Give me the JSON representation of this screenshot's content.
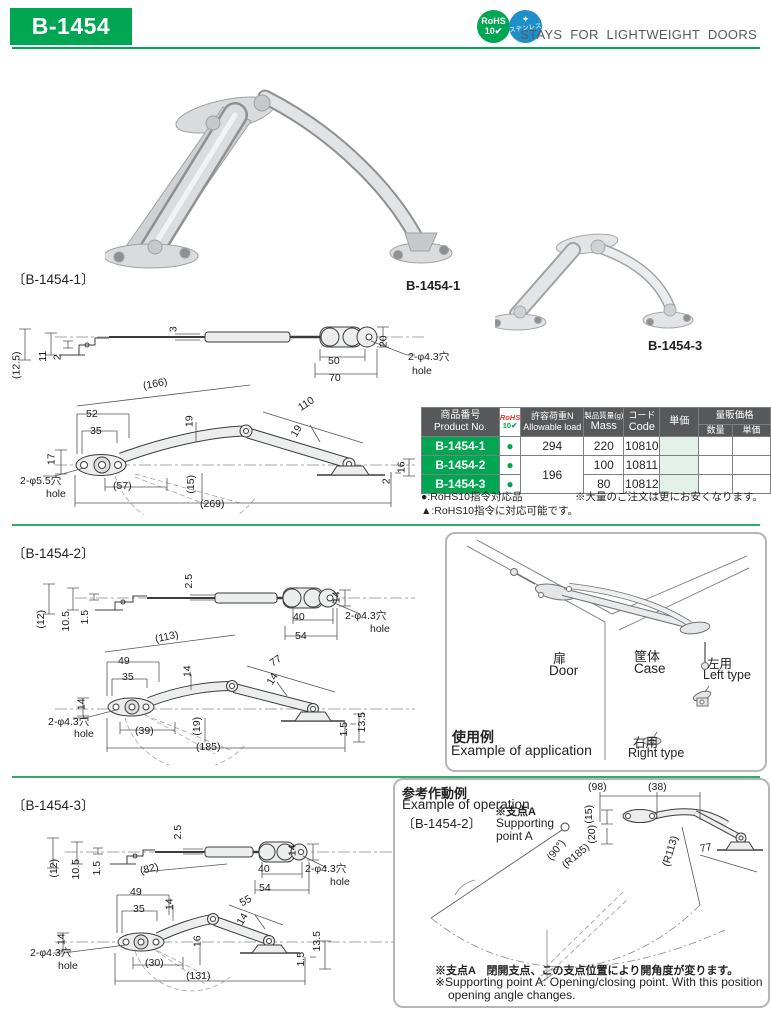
{
  "header": {
    "product_id": "B-1454",
    "title": "STAYS FOR LIGHTWEIGHT DOORS",
    "rohs_line1": "RoHS",
    "rohs_line2": "10✔",
    "stainless_star": "✦",
    "stainless": "ステンレス"
  },
  "photos": {
    "label_1": "B-1454-1",
    "label_3": "B-1454-3"
  },
  "sections": {
    "s1": "〔B-1454-1〕",
    "s2": "〔B-1454-2〕",
    "s3": "〔B-1454-3〕"
  },
  "dims": {
    "s1t": [
      "3",
      "20",
      "50",
      "70",
      "2-φ4.3穴",
      "hole",
      "(12.5)",
      "11",
      "2"
    ],
    "s1o": [
      "(166)",
      "110",
      "52",
      "35",
      "19",
      "19",
      "17",
      "2-φ5.5穴",
      "hole",
      "(57)",
      "(15)",
      "(269)",
      "16",
      "2"
    ],
    "s2t": [
      "2.5",
      "(12)",
      "10.5",
      "1.5",
      "40",
      "54",
      "14",
      "2-φ4.3穴",
      "hole"
    ],
    "s2o": [
      "(113)",
      "49",
      "35",
      "14",
      "77",
      "14",
      "14",
      "2-φ4.3穴",
      "hole",
      "(19)",
      "(39)",
      "(185)",
      "1.5",
      "13.5"
    ],
    "s3t": [
      "2.5",
      "(12)",
      "10.5",
      "1.5",
      "(82)",
      "40",
      "54",
      "14",
      "2-φ4.3穴",
      "hole"
    ],
    "s3o": [
      "49",
      "35",
      "14",
      "55",
      "14",
      "14",
      "2-φ4.3穴",
      "hole",
      "16",
      "(30)",
      "(131)",
      "1.5",
      "13.5"
    ],
    "op": [
      "(98)",
      "(38)",
      "(15)",
      "(20)",
      "(90°)",
      "(R185)",
      "(R113)",
      "77"
    ]
  },
  "table": {
    "h": {
      "product_jp": "商品番号",
      "product_en": "Product No.",
      "rohs1": "RoHS",
      "rohs2": "10✔",
      "load_jp": "許容荷重N",
      "load_en": "Allowable load",
      "mass_jp": "製品質量(g)",
      "mass_en": "Mass",
      "code_jp": "コード",
      "code_en": "Code",
      "price": "単価",
      "volume": "量販価格",
      "qty": "数量",
      "price2": "単価"
    },
    "rows": [
      {
        "no": "B-1454-1",
        "rohs": "●",
        "load": "294",
        "mass": "220",
        "code": "10810"
      },
      {
        "no": "B-1454-2",
        "rohs": "●",
        "load": "196",
        "mass": "100",
        "code": "10811"
      },
      {
        "no": "B-1454-3",
        "rohs": "●",
        "mass": "80",
        "code": "10812"
      }
    ],
    "notes": {
      "rohs_ok": "●:RoHS10指令対応品",
      "rohs_can": "▲:RoHS10指令に対応可能です。",
      "bulk": "※大量のご注文は更にお安くなります。"
    }
  },
  "application": {
    "title_jp": "使用例",
    "title_en": "Example of application",
    "door_jp": "扉",
    "door_en": "Door",
    "case_jp": "筐体",
    "case_en": "Case",
    "left_jp": "左用",
    "left_en": "Left type",
    "right_jp": "右用",
    "right_en": "Right type"
  },
  "operation": {
    "title_jp": "参考作動例",
    "title_en": "Example of operation",
    "model": "〔B-1454-2〕",
    "pivot_jp": "※支点A",
    "pivot_en1": "Supporting",
    "pivot_en2": "point A",
    "note_jp": "※支点A　閉開支点、この支点位置により開角度が変ります。",
    "note_en1": "※Supporting point A: Opening/closing point. With this position",
    "note_en2": "opening angle changes."
  },
  "colors": {
    "green": "#00a651",
    "blue": "#1e8fc8",
    "table_header_gray": "#57585a",
    "price_cell_bg": "#e3f1e8"
  }
}
